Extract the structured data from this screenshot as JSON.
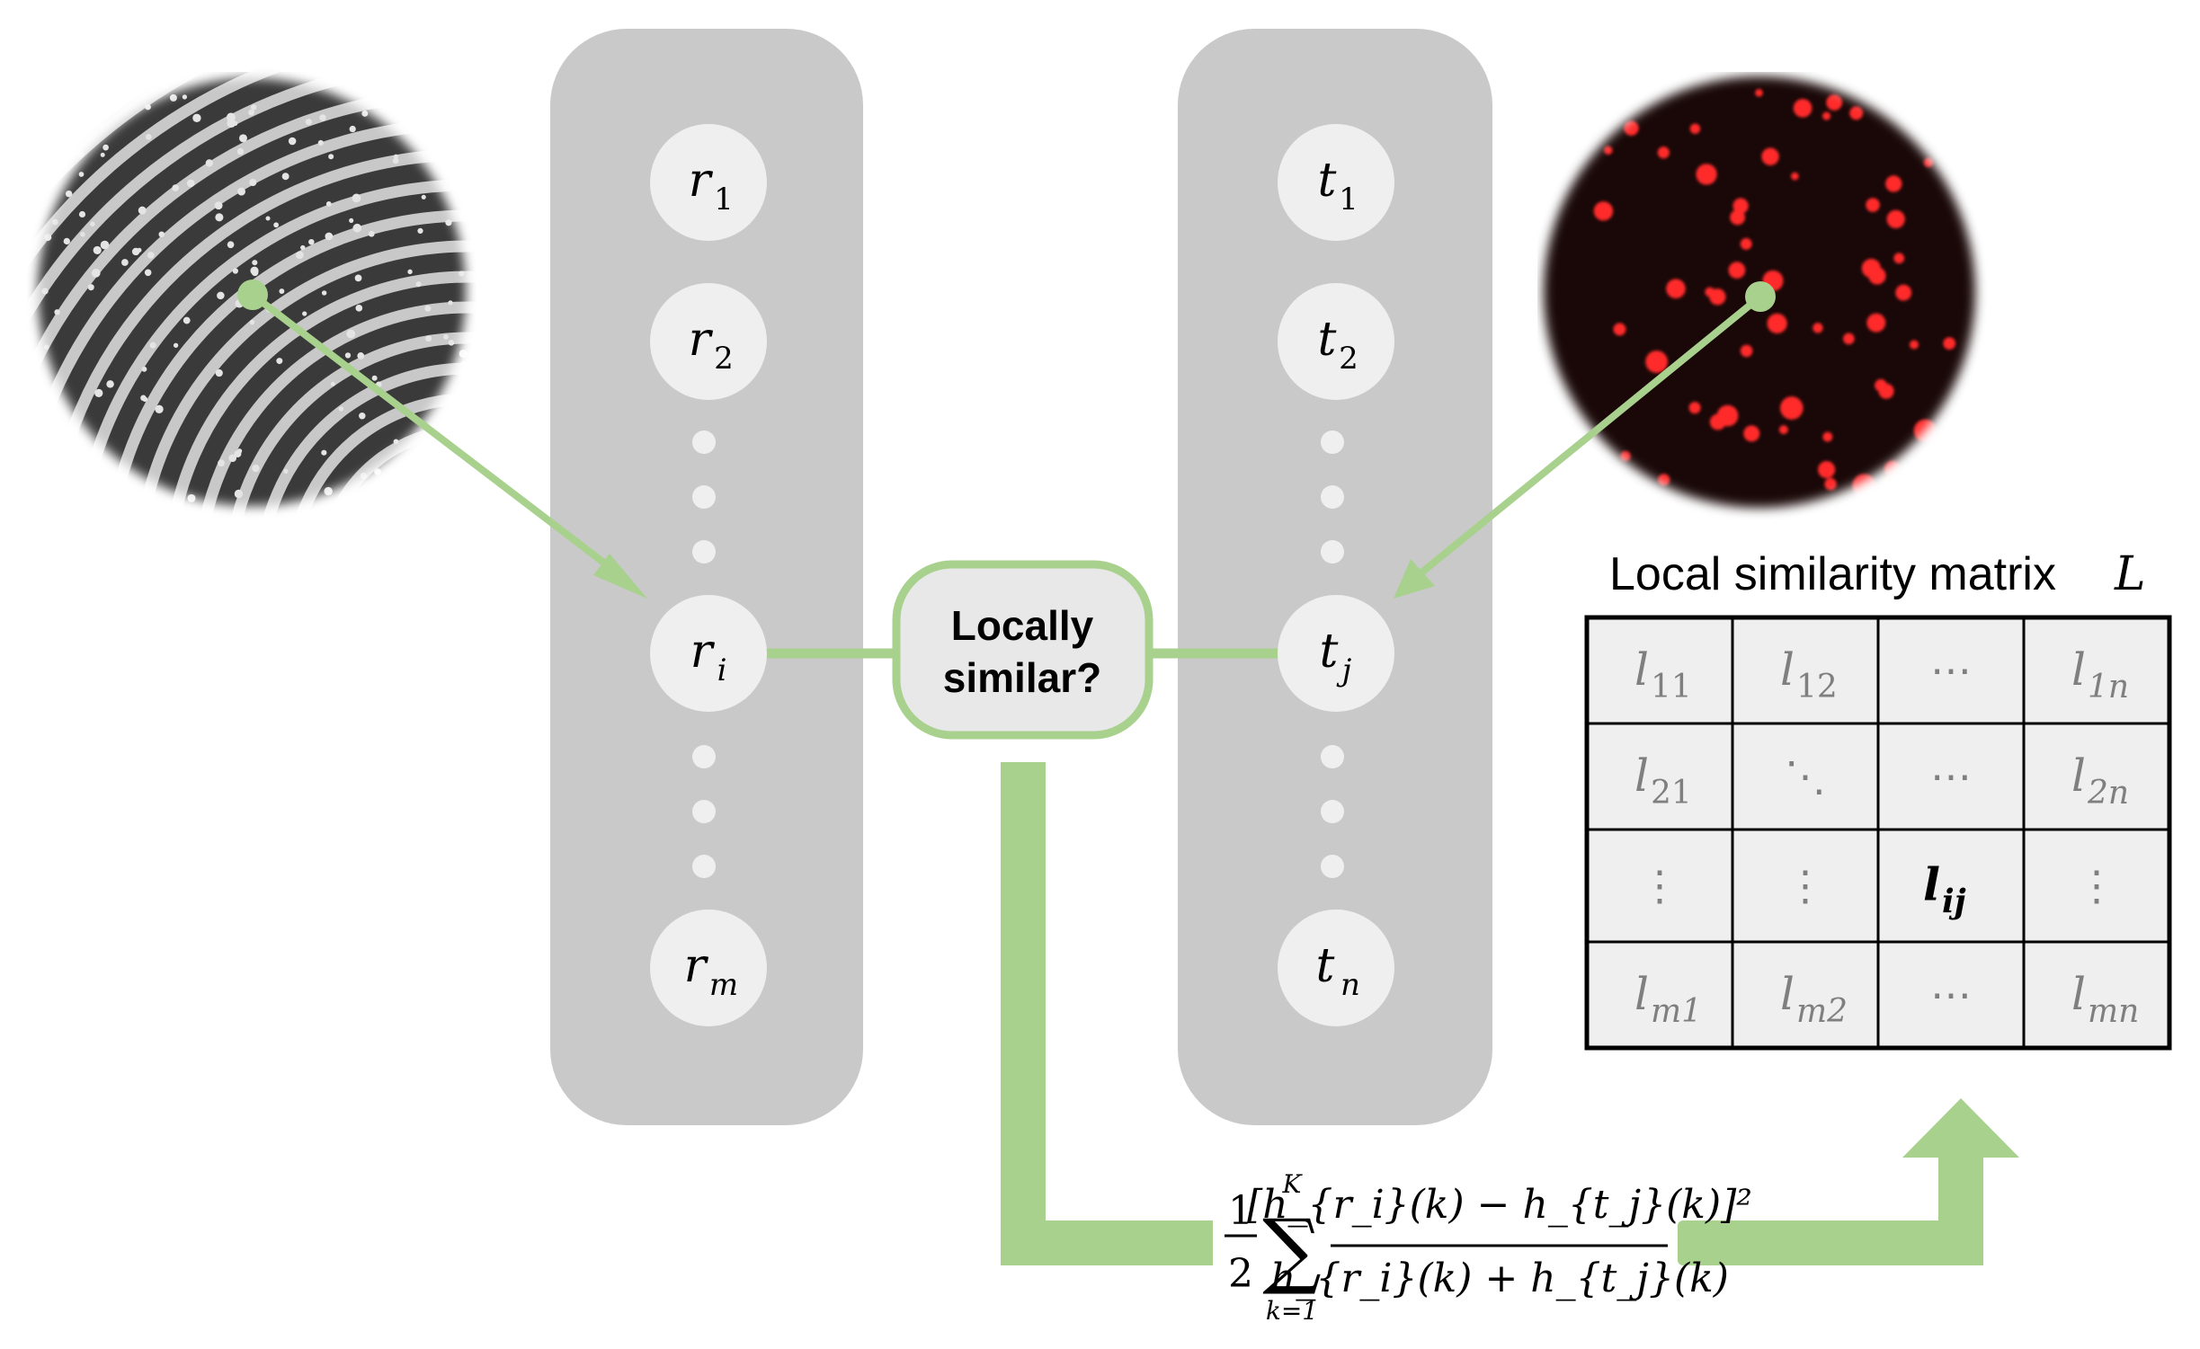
{
  "colors": {
    "arrow_green": "#a8d18d",
    "panel_gray": "#c9c9c9",
    "node_fill": "#efefef",
    "matrix_cell": "#efefef",
    "matrix_text": "#7f7f7f",
    "fingerprint_dark": "#3a3a3a",
    "fingerprint_light": "#c8c8c8",
    "fluorescence_bg": "#1a0808",
    "fluorescence_dot": "#ff2a2a"
  },
  "images": {
    "left": "fingerprint-like reference image",
    "right": "red fluorescent spots target image"
  },
  "left_nodes": [
    {
      "base": "r",
      "sub": "1"
    },
    {
      "base": "r",
      "sub": "2"
    },
    {
      "base": "r",
      "sub": "i"
    },
    {
      "base": "r",
      "sub": "m"
    }
  ],
  "right_nodes": [
    {
      "base": "t",
      "sub": "1"
    },
    {
      "base": "t",
      "sub": "2"
    },
    {
      "base": "t",
      "sub": "j"
    },
    {
      "base": "t",
      "sub": "n"
    }
  ],
  "compare_box": {
    "line1": "Locally",
    "line2": "similar?"
  },
  "formula": {
    "half_num": "1",
    "half_den": "2",
    "sum_symbol": "∑",
    "sum_upper": "K",
    "sum_lower": "k=1",
    "numerator": "[h_{r_i}(k) − h_{t_j}(k)]²",
    "denominator": "h_{r_i}(k) + h_{t_j}(k)"
  },
  "matrix": {
    "title": "Local similarity matrix",
    "title_symbol": "L",
    "cells": [
      [
        {
          "base": "l",
          "sub": "11"
        },
        {
          "base": "l",
          "sub": "12"
        },
        {
          "text": "⋯"
        },
        {
          "base": "l",
          "sub": "1n"
        }
      ],
      [
        {
          "base": "l",
          "sub": "21"
        },
        {
          "text": "⋱"
        },
        {
          "text": "⋯"
        },
        {
          "base": "l",
          "sub": "2n"
        }
      ],
      [
        {
          "text": "⋮"
        },
        {
          "text": "⋮"
        },
        {
          "base": "l",
          "sub": "ij",
          "bold": true
        },
        {
          "text": "⋮"
        }
      ],
      [
        {
          "base": "l",
          "sub": "m1"
        },
        {
          "base": "l",
          "sub": "m2"
        },
        {
          "text": "⋯"
        },
        {
          "base": "l",
          "sub": "mn"
        }
      ]
    ]
  }
}
